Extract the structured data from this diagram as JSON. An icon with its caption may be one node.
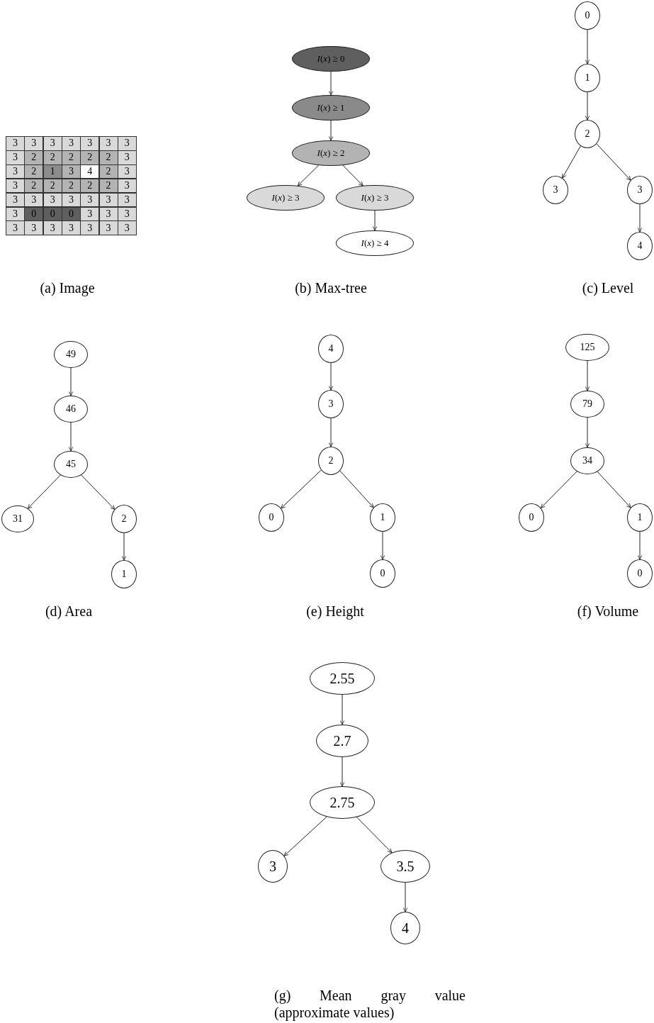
{
  "diagram": {
    "nodes": [
      {
        "text": [
          "*I*(*x*) ≥ 0"
        ]
      },
      {
        "text": [
          "*I*(*x*) ≥ 1"
        ]
      },
      {
        "text": [
          "*I*(*x*) ≥ 2"
        ]
      },
      {
        "text": [
          "*I*(*x*) ≥ 3"
        ]
      },
      {
        "text": [
          "*I*(*x*) ≥ 3"
        ]
      },
      {
        "text": [
          "*I*(*x*) ≥ 4"
        ]
      },
      {
        "text": [
          "0"
        ]
      },
      {
        "text": [
          "1"
        ]
      },
      {
        "text": [
          "2"
        ]
      },
      {
        "text": [
          "3"
        ]
      },
      {
        "text": [
          "3"
        ]
      },
      {
        "text": [
          "4"
        ]
      },
      {
        "text": [
          "49"
        ]
      },
      {
        "text": [
          "46"
        ]
      },
      {
        "text": [
          "45"
        ]
      },
      {
        "text": [
          "31"
        ]
      },
      {
        "text": [
          "2"
        ]
      },
      {
        "text": [
          "1"
        ]
      },
      {
        "text": [
          "4"
        ]
      },
      {
        "text": [
          "3"
        ]
      },
      {
        "text": [
          "2"
        ]
      },
      {
        "text": [
          "0"
        ]
      },
      {
        "text": [
          "1"
        ]
      },
      {
        "text": [
          "0"
        ]
      },
      {
        "text": [
          "125"
        ]
      },
      {
        "text": [
          "79"
        ]
      },
      {
        "text": [
          "34"
        ]
      },
      {
        "text": [
          "0"
        ]
      },
      {
        "text": [
          "1"
        ]
      },
      {
        "text": [
          "0"
        ]
      },
      {
        "text": [
          "2.55"
        ]
      },
      {
        "text": [
          "2.7"
        ]
      },
      {
        "text": [
          "2.75"
        ]
      },
      {
        "text": [
          "3"
        ]
      },
      {
        "text": [
          "3.5"
        ]
      },
      {
        "text": [
          "4"
        ]
      }
    ],
    "edges": [
      {
        "from": 0,
        "to": 1,
        "arrow": "to"
      },
      {
        "from": 1,
        "to": 2,
        "arrow": "to"
      },
      {
        "from": 2,
        "to": 3,
        "arrow": "to"
      },
      {
        "from": 2,
        "to": 4,
        "arrow": "to"
      },
      {
        "from": 4,
        "to": 5,
        "arrow": "to"
      },
      {
        "from": 6,
        "to": 7,
        "arrow": "to"
      },
      {
        "from": 7,
        "to": 8,
        "arrow": "to"
      },
      {
        "from": 8,
        "to": 9,
        "arrow": "to"
      },
      {
        "from": 8,
        "to": 10,
        "arrow": "to"
      },
      {
        "from": 10,
        "to": 11,
        "arrow": "to"
      },
      {
        "from": 12,
        "to": 13,
        "arrow": "to"
      },
      {
        "from": 13,
        "to": 14,
        "arrow": "to"
      },
      {
        "from": 14,
        "to": 15,
        "arrow": "to"
      },
      {
        "from": 14,
        "to": 16,
        "arrow": "to"
      },
      {
        "from": 16,
        "to": 17,
        "arrow": "to"
      },
      {
        "from": 18,
        "to": 19,
        "arrow": "to"
      },
      {
        "from": 19,
        "to": 20,
        "arrow": "to"
      },
      {
        "from": 20,
        "to": 21,
        "arrow": "to"
      },
      {
        "from": 20,
        "to": 22,
        "arrow": "to"
      },
      {
        "from": 22,
        "to": 23,
        "arrow": "to"
      },
      {
        "from": 24,
        "to": 25,
        "arrow": "to"
      },
      {
        "from": 25,
        "to": 26,
        "arrow": "to"
      },
      {
        "from": 26,
        "to": 27,
        "arrow": "to"
      },
      {
        "from": 26,
        "to": 28,
        "arrow": "to"
      },
      {
        "from": 28,
        "to": 29,
        "arrow": "to"
      },
      {
        "from": 30,
        "to": 31,
        "arrow": "to"
      },
      {
        "from": 31,
        "to": 32,
        "arrow": "to"
      },
      {
        "from": 32,
        "to": 33,
        "arrow": "to"
      },
      {
        "from": 32,
        "to": 34,
        "arrow": "to"
      },
      {
        "from": 34,
        "to": 35,
        "arrow": "to"
      }
    ],
    "labels": [
      "3",
      "3",
      "3",
      "3",
      "3",
      "3",
      "3",
      "3",
      "2",
      "2",
      "2",
      "2",
      "2",
      "3",
      "3",
      "2",
      "1",
      "3",
      "4",
      "2",
      "3",
      "3",
      "2",
      "2",
      "2",
      "2",
      "2",
      "3",
      "3",
      "3",
      "3",
      "3",
      "3",
      "3",
      "3",
      "3",
      "0",
      "0",
      "0",
      "3",
      "3",
      "3",
      "3",
      "3",
      "3",
      "3",
      "3",
      "3",
      "3",
      "(a) Image",
      "(b) Max-tree",
      "(c) Level",
      "(d) Area",
      "(e) Height",
      "(f) Volume",
      "(g) Mean gray value (approximate values)"
    ]
  }
}
